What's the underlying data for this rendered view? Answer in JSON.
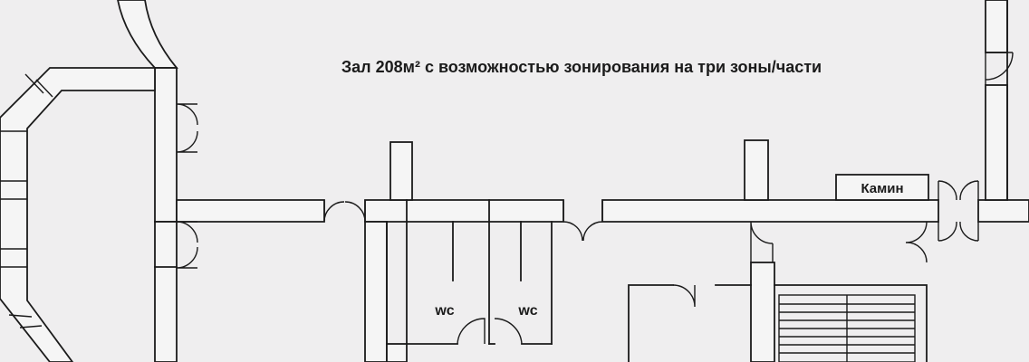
{
  "hall_label": "Зал 208м² с возможностью зонирования на три зоны/части",
  "fireplace_label": "Камин",
  "wc_left": "wc",
  "wc_right": "wc",
  "palette": {
    "background": "#efeeef",
    "wall_fill": "#f5f5f5",
    "line": "#1b1b1b"
  }
}
